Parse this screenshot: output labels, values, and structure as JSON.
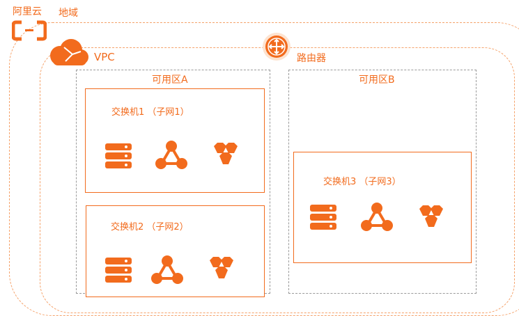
{
  "brand": {
    "name": "阿里云",
    "region_label": "地域"
  },
  "vpc": {
    "label": "VPC"
  },
  "router": {
    "label": "路由器"
  },
  "zones": [
    {
      "label": "可用区A"
    },
    {
      "label": "可用区B"
    }
  ],
  "switches": [
    {
      "label": "交换机1 （子网1）"
    },
    {
      "label": "交换机2 （子网2）"
    },
    {
      "label": "交换机3 （子网3）"
    }
  ],
  "colors": {
    "accent": "#f26b1d",
    "dashed_region": "#f5a26a",
    "zone_border": "#9a9a9a"
  },
  "icons": [
    "aliyun-logo-icon",
    "cloud-icon",
    "router-icon",
    "server-icon",
    "network-node-icon",
    "hexagon-cluster-icon"
  ]
}
